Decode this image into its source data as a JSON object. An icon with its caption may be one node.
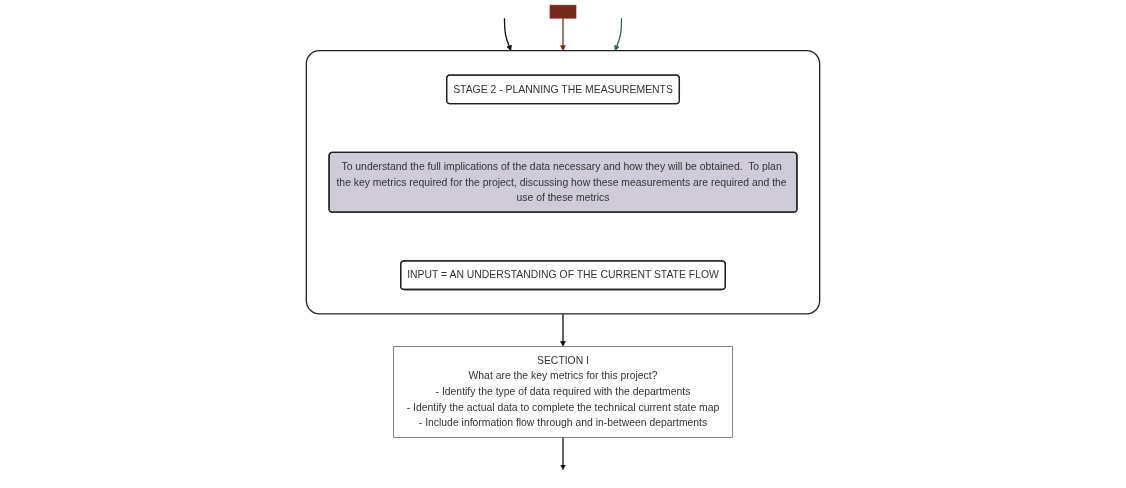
{
  "diagram": {
    "nodes": [
      {
        "text": [],
        "shape": "box"
      },
      {
        "text": [
          "STAGE 2 - PLANNING THE MEASUREMENTS"
        ],
        "in": 0
      },
      {
        "text": [
          "To understand the full implications of the data necessary and how they will be obtained.  To plan the key metrics required for the project, discussing how these measurements are required and the use of these metrics"
        ],
        "in": 0
      },
      {
        "text": [
          "INPUT = AN UNDERSTANDING OF THE CURRENT STATE FLOW"
        ],
        "in": 0
      },
      {
        "text": [
          "SECTION I",
          "What are the key metrics for this project?",
          "- Identify the type of data required with the departments",
          "- Identify the actual data to complete the technical current state map",
          "- Include information flow through and in-between departments"
        ]
      },
      {
        "text": [],
        "shape": "bar"
      }
    ],
    "edges": [
      {
        "from": null,
        "to": 0,
        "arrow": "to"
      },
      {
        "from": 5,
        "to": 0,
        "arrow": "to",
        "color": "#7a2a1a"
      },
      {
        "from": null,
        "to": 0,
        "arrow": "to",
        "color": "#2e6b4a"
      },
      {
        "from": 0,
        "to": 4,
        "arrow": "to"
      },
      {
        "from": 4,
        "to": null,
        "arrow": "to"
      }
    ]
  }
}
